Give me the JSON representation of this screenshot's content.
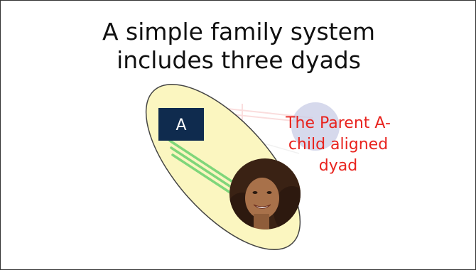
{
  "title": {
    "line1": "A simple family system",
    "line2": "includes three dyads"
  },
  "diagram": {
    "node_a_label": "A",
    "caption_lines": [
      "The Parent A-",
      "child aligned",
      "dyad"
    ],
    "colors": {
      "ellipse_fill": "#fbf6c0",
      "ellipse_stroke": "#444444",
      "node_a_fill": "#0f2b4e",
      "connector_lines": "#7fd67a",
      "caption_text": "#e8231e",
      "faded_node": "#c8cce6"
    },
    "icons": [
      "parent-a-node",
      "child-photo"
    ]
  }
}
